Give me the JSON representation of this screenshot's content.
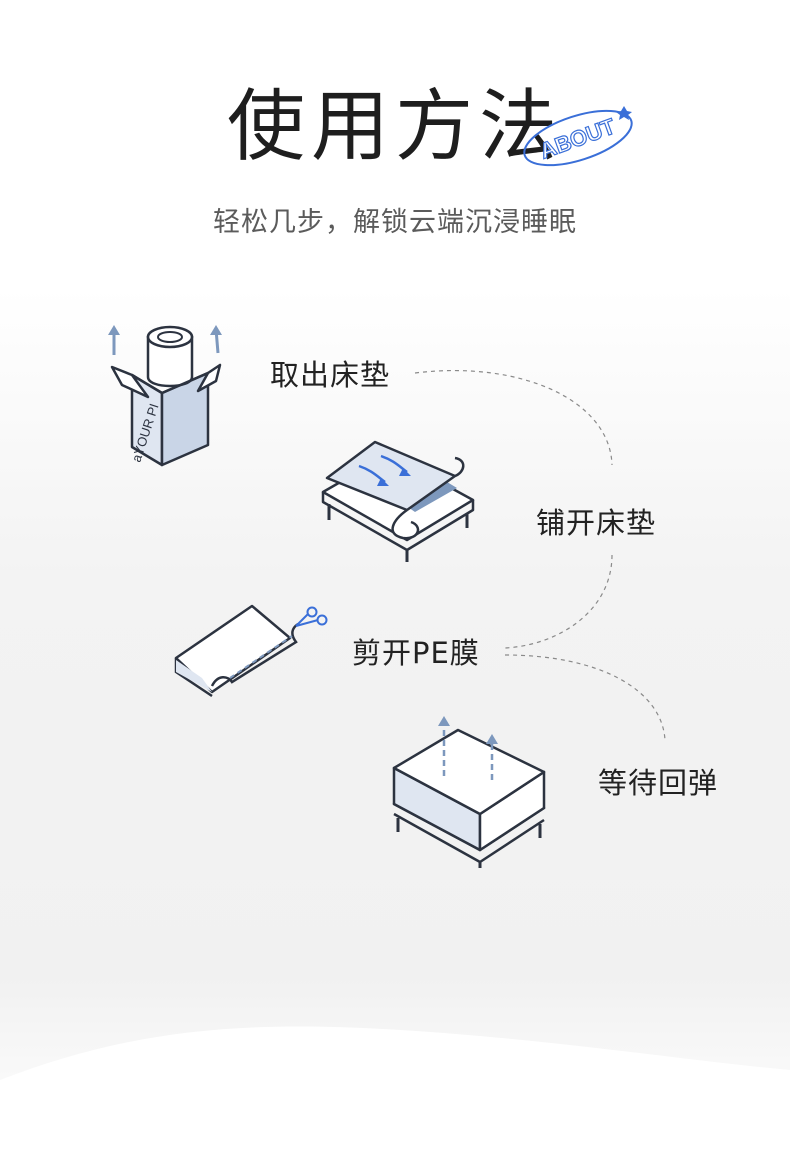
{
  "header": {
    "title": "使用方法",
    "badge": "ABOUT",
    "subtitle": "轻松几步，解锁云端沉浸睡眠"
  },
  "steps": [
    {
      "label": "取出床垫",
      "icon": "boxed-mattress-icon"
    },
    {
      "label": "铺开床垫",
      "icon": "unroll-mattress-icon"
    },
    {
      "label": "剪开PE膜",
      "icon": "cut-film-icon"
    },
    {
      "label": "等待回弹",
      "icon": "expand-mattress-icon"
    }
  ],
  "box_text": "aYOUR PI",
  "colors": {
    "accent": "#3a6fd8",
    "line": "#2c3340",
    "fill_light": "#dfe6f1",
    "fill_mid": "#7d98bd"
  }
}
